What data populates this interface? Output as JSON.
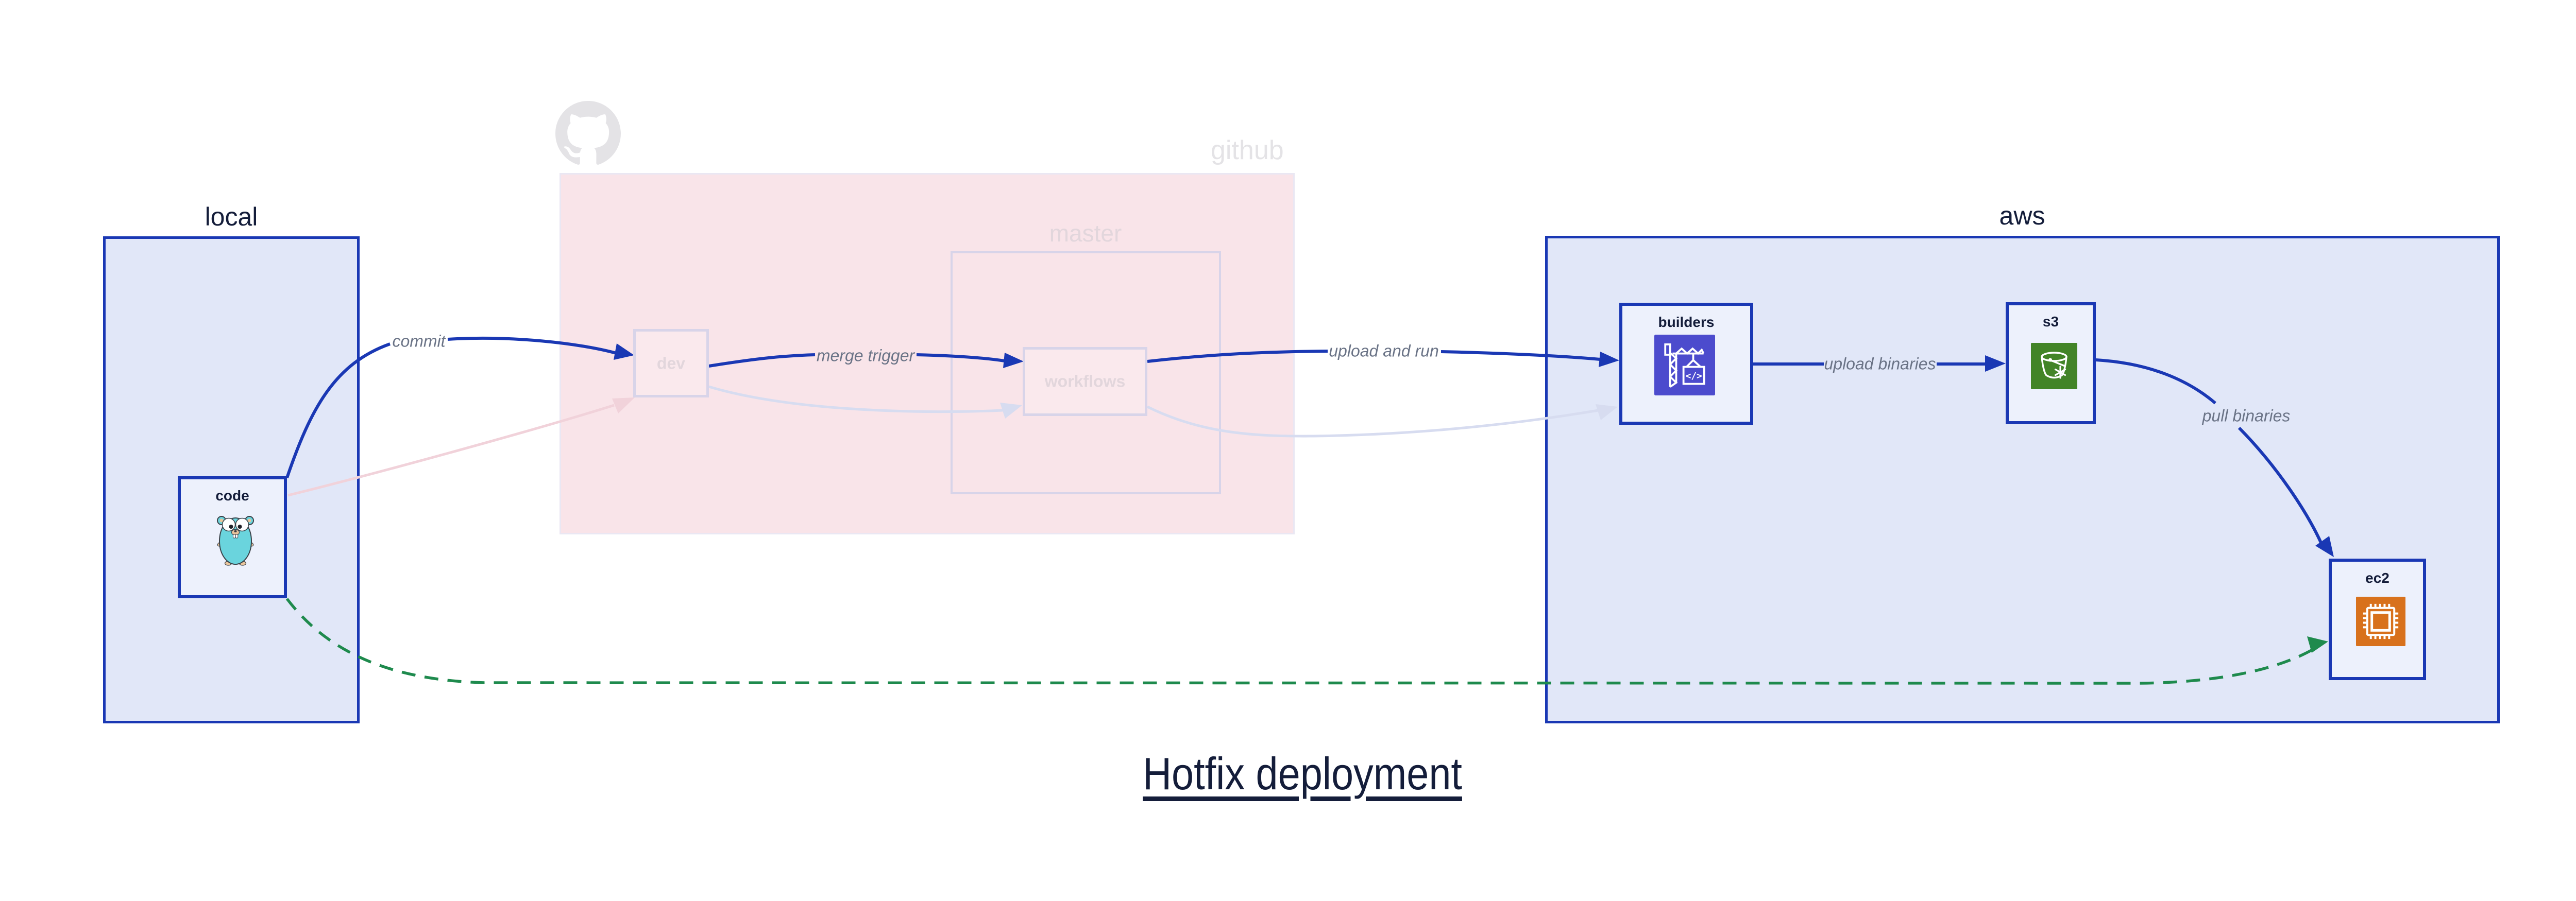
{
  "title": "Hotfix deployment",
  "clusters": {
    "local": {
      "label": "local"
    },
    "github": {
      "label": "github"
    },
    "master": {
      "label": "master"
    },
    "aws": {
      "label": "aws"
    }
  },
  "nodes": {
    "code": {
      "label": "code",
      "icon": "go-gopher"
    },
    "dev": {
      "label": "dev"
    },
    "workflows": {
      "label": "workflows"
    },
    "builders": {
      "label": "builders",
      "icon": "aws-codebuild"
    },
    "s3": {
      "label": "s3",
      "icon": "aws-s3-bucket"
    },
    "ec2": {
      "label": "ec2",
      "icon": "aws-ec2-chip"
    }
  },
  "edges": {
    "commit": {
      "label": "commit",
      "from": "code",
      "to": "dev",
      "style": "solid-blue"
    },
    "merge_trigger": {
      "label": "merge trigger",
      "from": "dev",
      "to": "workflows",
      "style": "solid-blue"
    },
    "upload_and_run": {
      "label": "upload and run",
      "from": "workflows",
      "to": "builders",
      "style": "solid-blue"
    },
    "upload_binaries": {
      "label": "upload binaries",
      "from": "builders",
      "to": "s3",
      "style": "solid-blue"
    },
    "pull_binaries": {
      "label": "pull binaries",
      "from": "s3",
      "to": "ec2",
      "style": "solid-blue"
    },
    "hotfix_direct": {
      "label": "",
      "from": "code",
      "to": "ec2",
      "style": "dashed-green"
    },
    "commit_faded": {
      "label": "",
      "from": "code",
      "to": "dev",
      "style": "faded-pink"
    },
    "merge_faded": {
      "label": "",
      "from": "dev",
      "to": "workflows",
      "style": "faded-lavender"
    },
    "upload_faded": {
      "label": "",
      "from": "workflows",
      "to": "builders",
      "style": "faded-lavender"
    }
  },
  "colors": {
    "blue": "#1a38b4",
    "cluster-fill": "#e1e7f8",
    "node-fill": "#edf1fc",
    "pink-fill": "#f9e4e9",
    "pink-node-fill": "#fae9ed",
    "faded-border": "#d8d4e9",
    "faded-text": "#e2d6dc",
    "github-text": "#e4e3e6",
    "edge-label": "#6a7386",
    "dark-text": "#141d3a",
    "green": "#1e8a4d",
    "faded-pink-edge": "#f1d2da",
    "faded-lavender-edge": "#d7dcf0",
    "gopher-teal": "#6ad4dd",
    "gopher-skin": "#e9c49b",
    "codebuild-purple": "#4c4bcd",
    "s3-green": "#428427",
    "ec2-orange": "#d8711c",
    "octocat-grey": "#e4e3e6"
  }
}
